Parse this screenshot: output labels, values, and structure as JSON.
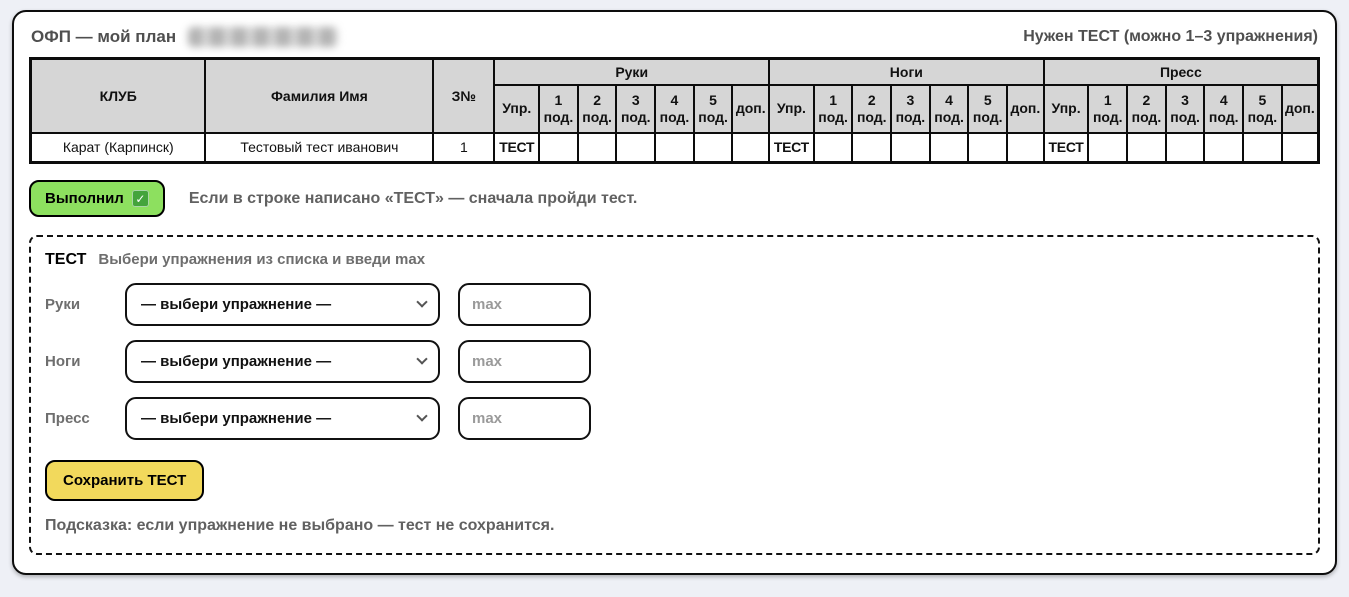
{
  "colors": {
    "page_bg": "#eef0f6",
    "card_bg": "#ffffff",
    "table_header_gray": "#d6d6d6",
    "accent_green": "#8de05f",
    "accent_yellow": "#f2d95c",
    "muted_text": "#616161"
  },
  "header": {
    "title": "ОФП — мой план",
    "note": "Нужен ТЕСТ (можно 1–3 упражнения)"
  },
  "table": {
    "headers": {
      "club": "КЛУБ",
      "name": "Фамилия Имя",
      "session": "З№"
    },
    "groups": [
      {
        "label": "Руки"
      },
      {
        "label": "Ноги"
      },
      {
        "label": "Пресс"
      }
    ],
    "sub_headers": [
      "Упр.",
      "1 под.",
      "2 под.",
      "3 под.",
      "4 под.",
      "5 под.",
      "доп."
    ],
    "rows": [
      {
        "club": "Карат (Карпинск)",
        "name": "Тестовый тест иванович",
        "session": "1",
        "arms_upr": "ТЕСТ",
        "legs_upr": "ТЕСТ",
        "abs_upr": "ТЕСТ"
      }
    ]
  },
  "actions": {
    "done_label": "Выполнил",
    "check_icon": "✓",
    "done_hint": "Если в строке написано «ТЕСТ» — сначала пройди тест."
  },
  "test_panel": {
    "title": "ТЕСТ",
    "subtitle": "Выбери упражнения из списка и введи max",
    "rows": [
      {
        "label": "Руки"
      },
      {
        "label": "Ноги"
      },
      {
        "label": "Пресс"
      }
    ],
    "select_placeholder": "— выбери упражнение —",
    "max_placeholder": "max",
    "save_label": "Сохранить ТЕСТ",
    "hint": "Подсказка: если упражнение не выбрано — тест не сохранится."
  }
}
